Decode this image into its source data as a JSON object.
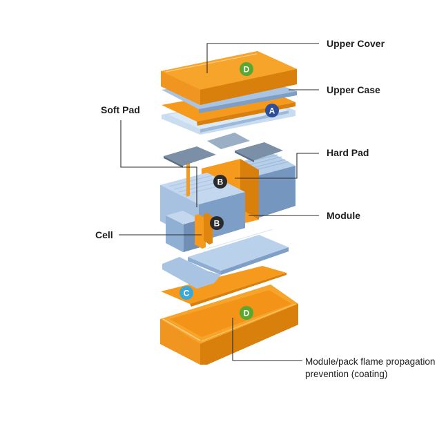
{
  "labels": {
    "upper_cover": "Upper Cover",
    "upper_case": "Upper Case",
    "soft_pad": "Soft Pad",
    "hard_pad": "Hard Pad",
    "module": "Module",
    "cell": "Cell",
    "coating_line1": "Module/pack flame propagation",
    "coating_line2": "prevention (coating)"
  },
  "badges": {
    "d_top": "D",
    "a": "A",
    "b_upper": "B",
    "b_lower": "B",
    "c": "C",
    "d_bottom": "D"
  },
  "colors": {
    "orange": "#f59a1d",
    "orange_dark": "#e0850d",
    "blue_light": "#b7cfe8",
    "blue_mid": "#8fb0d3",
    "blue_dark": "#6f8fb6",
    "badge_green": "#5aa832",
    "badge_navy": "#2d4f9a",
    "badge_black": "#2b2b2b",
    "badge_cyan": "#3aa8d8"
  }
}
